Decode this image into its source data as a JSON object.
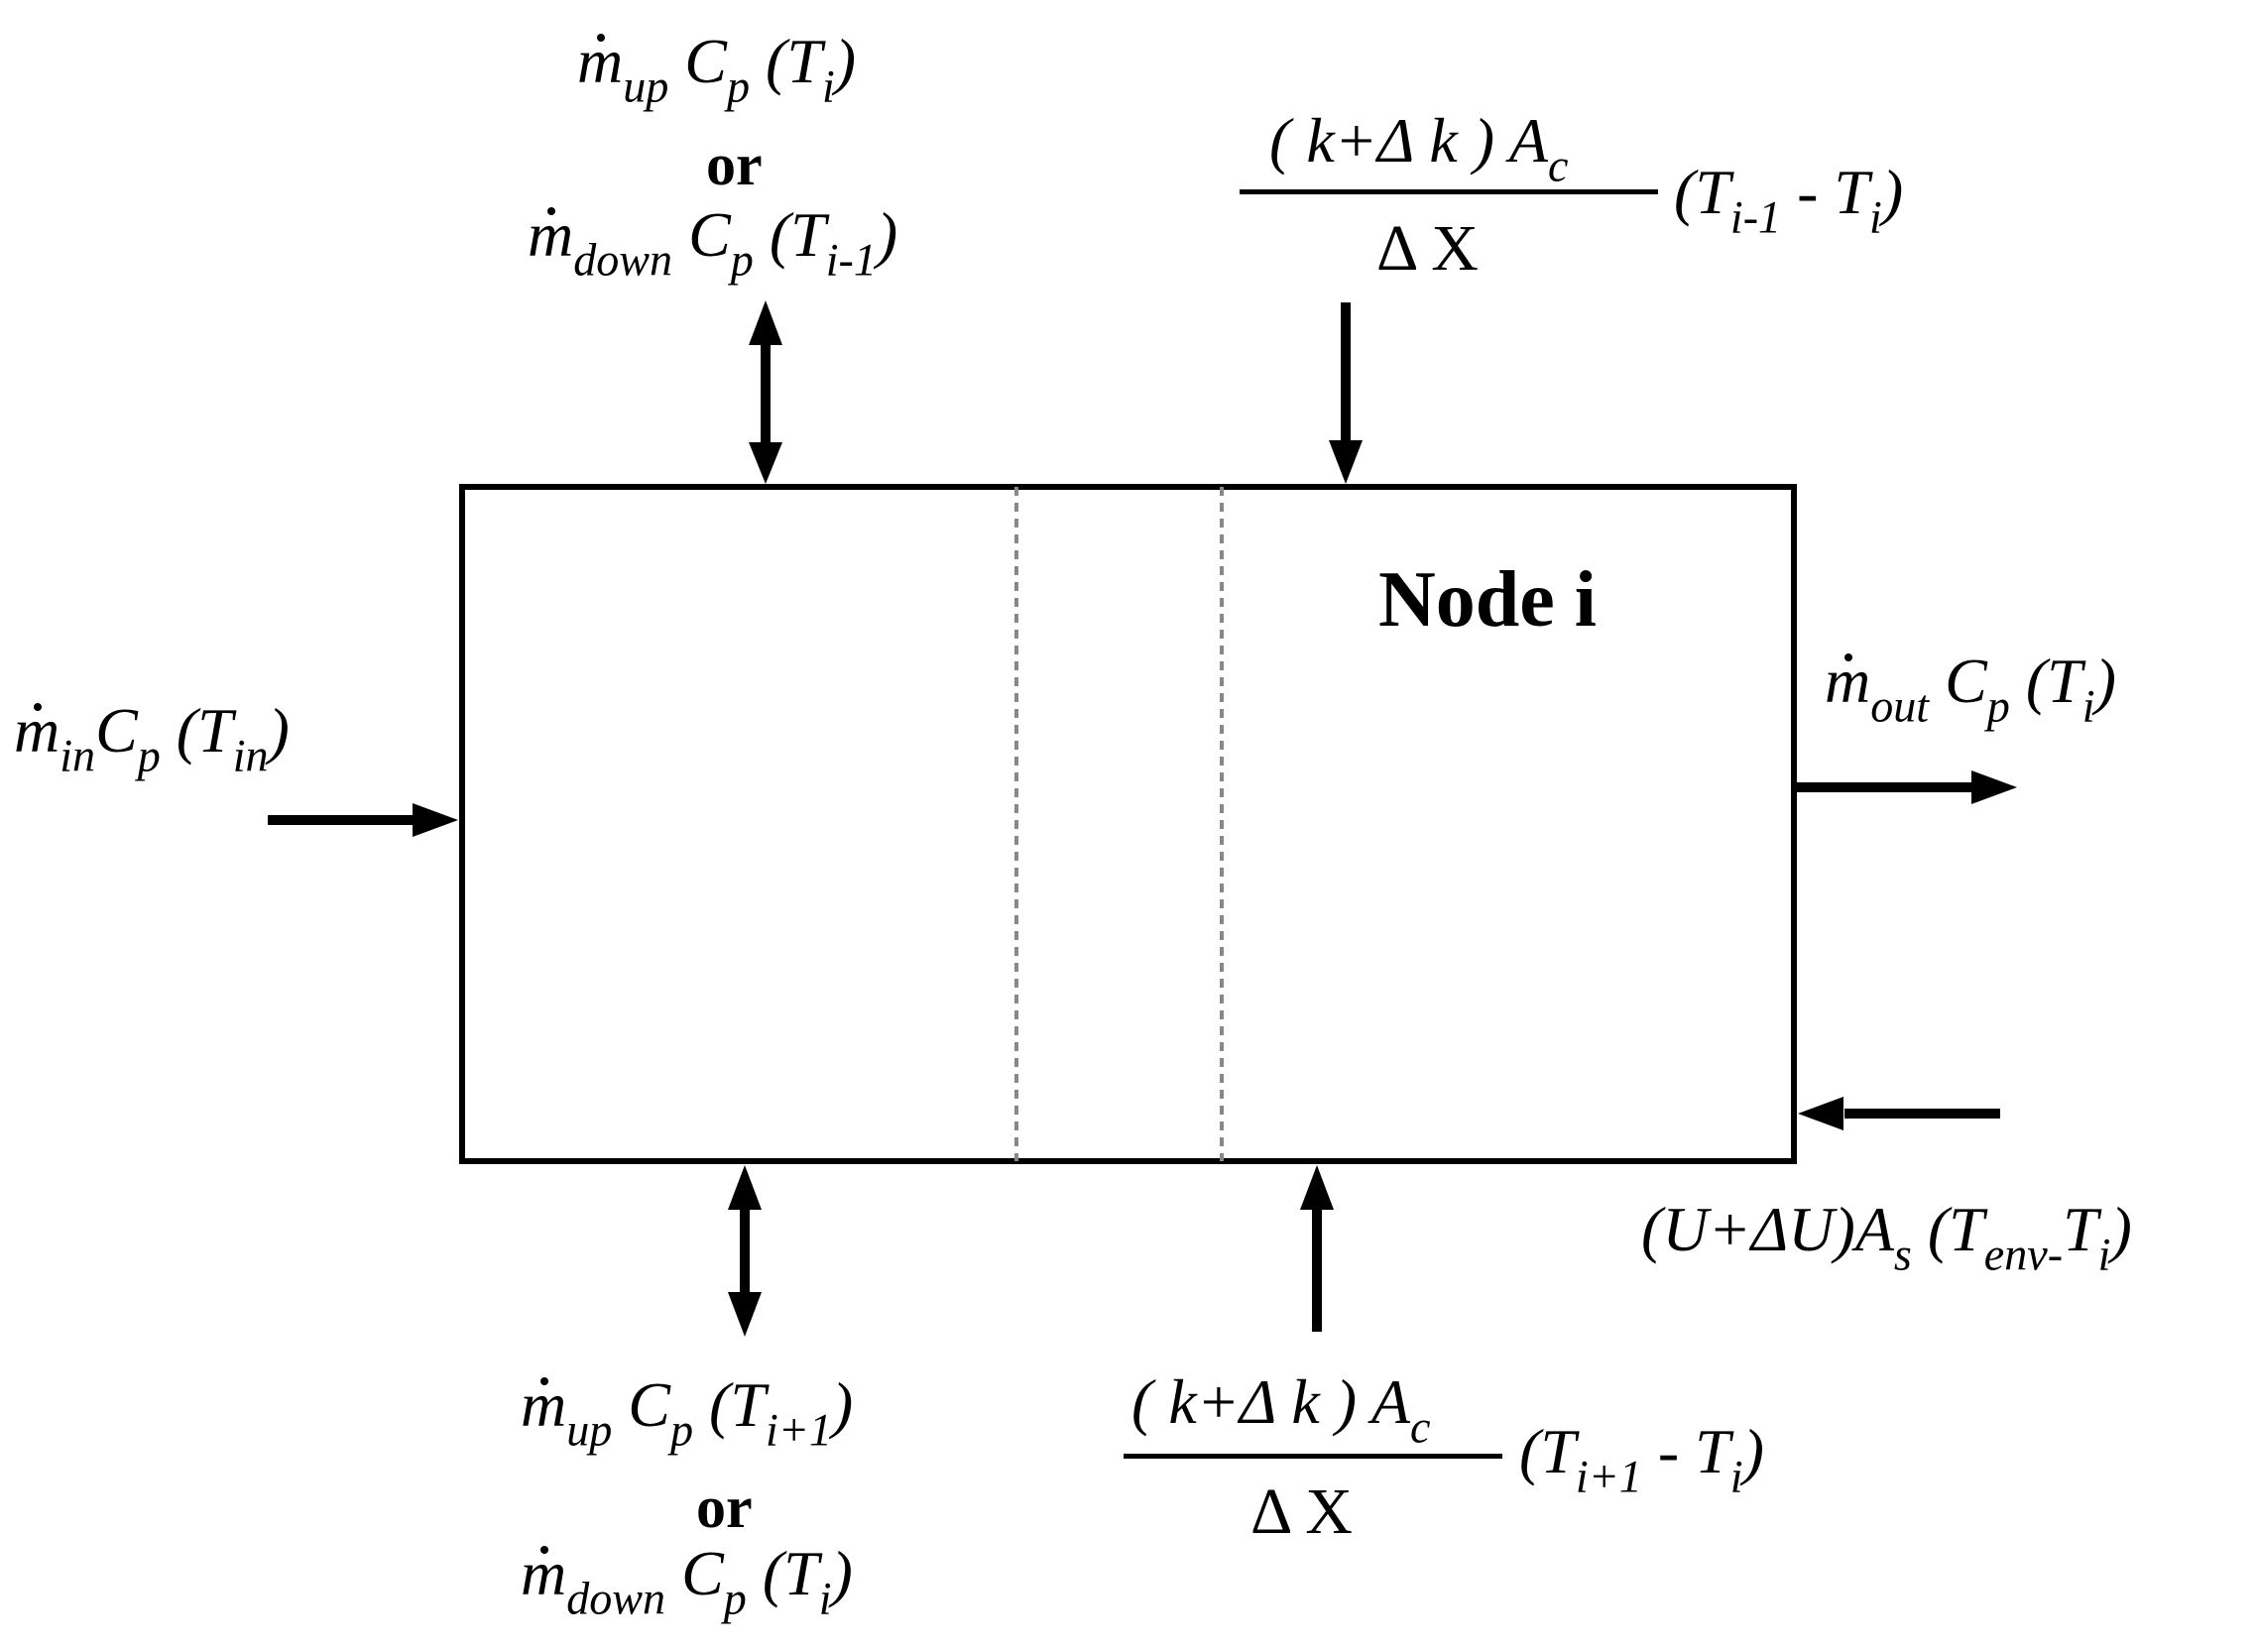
{
  "node_label": "Node i",
  "or_word": "or",
  "symbols": {
    "m": "m",
    "Cp_C": "C",
    "p": "p",
    "open": "(",
    "close": ")",
    "T": "T",
    "up": "up",
    "down": "down",
    "in": "in",
    "out": "out",
    "i": "i",
    "i_minus_1": "i-1",
    "i_plus_1": "i+1",
    "env": "env",
    "minus": " - ",
    "dash": "-",
    "s": "s",
    "c": "c",
    "U_part": "(U+ΔU)A",
    "k_part_top": "( k+Δ k )  A",
    "k_part_bottom": "( k+Δ k )  A",
    "delta_x": "Δ X"
  }
}
